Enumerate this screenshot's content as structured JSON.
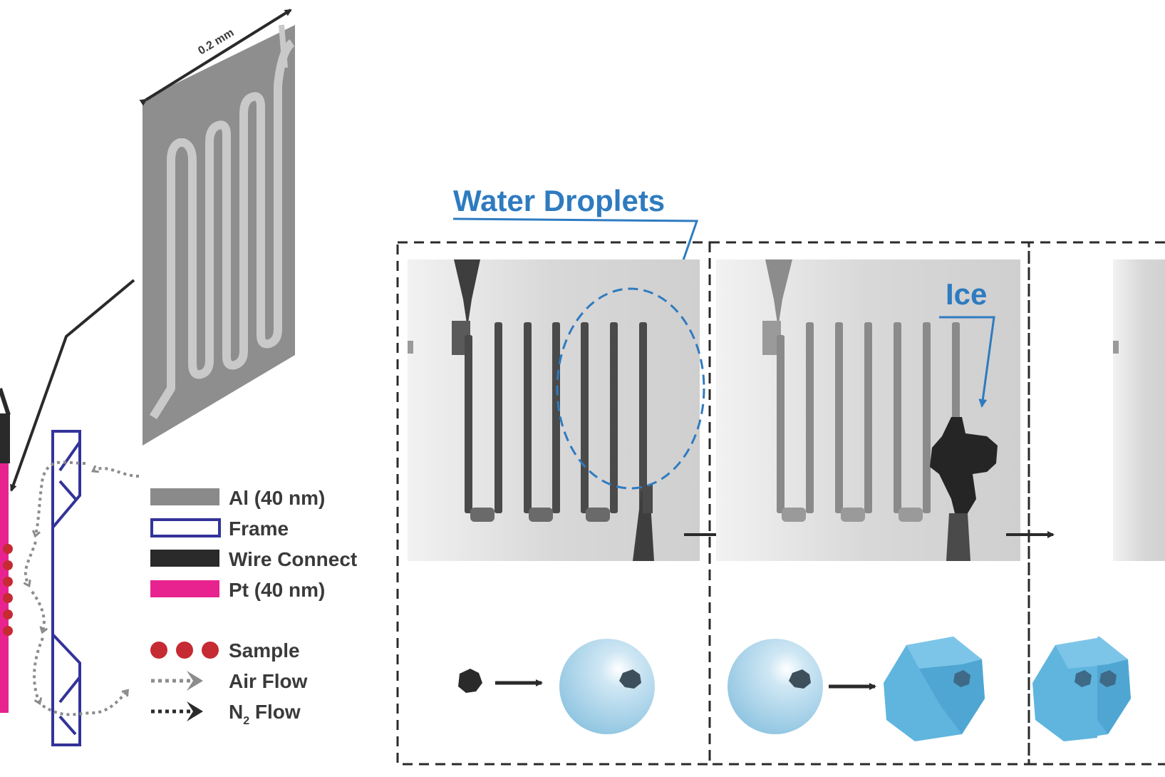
{
  "scale_label": "0.2 mm",
  "legend": {
    "al": "Al (40 nm)",
    "frame": "Frame",
    "wire": "Wire Connect",
    "pt": "Pt (40 nm)",
    "sample": "Sample",
    "air_flow": "Air Flow",
    "n2_flow_main": "N",
    "n2_flow_sub": "2",
    "n2_flow_rest": " Flow"
  },
  "annotations": {
    "water_droplets": "Water Droplets",
    "ice": "Ice"
  },
  "colors": {
    "pt_pink": "#e8238f",
    "frame_blue": "#33339a",
    "sample_red": "#c62a32",
    "annotation_blue": "#2e7bc0",
    "droplet_blue": "#a9d4ea",
    "ice_blue": "#5fb5de",
    "al_gray": "#8a8a8a",
    "wire_black": "#2a2a2a"
  }
}
